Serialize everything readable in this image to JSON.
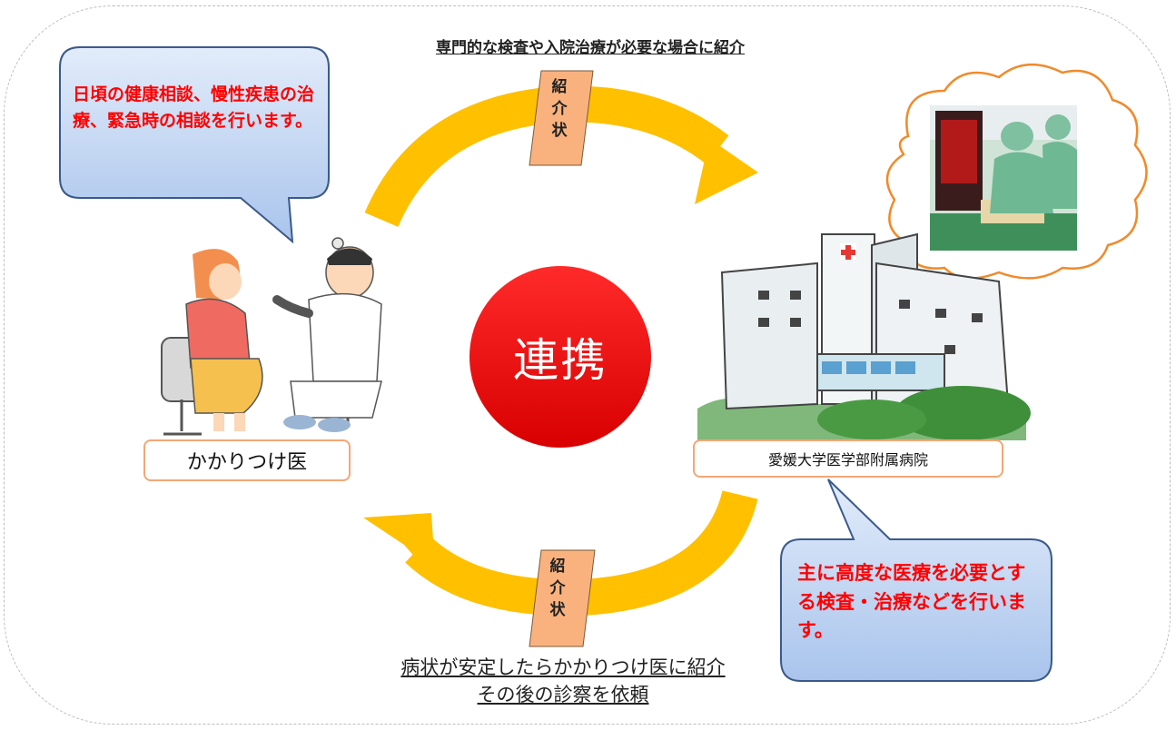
{
  "captions": {
    "top": "専門的な検査や入院治療が必要な場合に紹介",
    "bottom_line1": "病状が安定したらかかりつけ医に紹介",
    "bottom_line2": "その後の診察を依頼"
  },
  "bubbles": {
    "left_text": "日頃の健康相談、慢性疾患の治療、緊急時の相談を行います。",
    "right_text": "主に高度な医療を必要とする検査・治療などを行います。"
  },
  "labels": {
    "clinic": "かかりつけ医",
    "hospital": "愛媛大学医学部附属病院"
  },
  "referral_slip": {
    "char1": "紹",
    "char2": "介",
    "char3": "状"
  },
  "center": {
    "text": "連携"
  },
  "colors": {
    "arrow": "#ffc000",
    "center_circle": "#ff0000",
    "bubble_fill": "#c6daf5",
    "bubble_border": "#3b5a8a",
    "emphasis_text": "#ff0000",
    "slip_fill": "#f9b27e",
    "label_border": "#f4a675",
    "cloud_border": "#f08a2a"
  }
}
